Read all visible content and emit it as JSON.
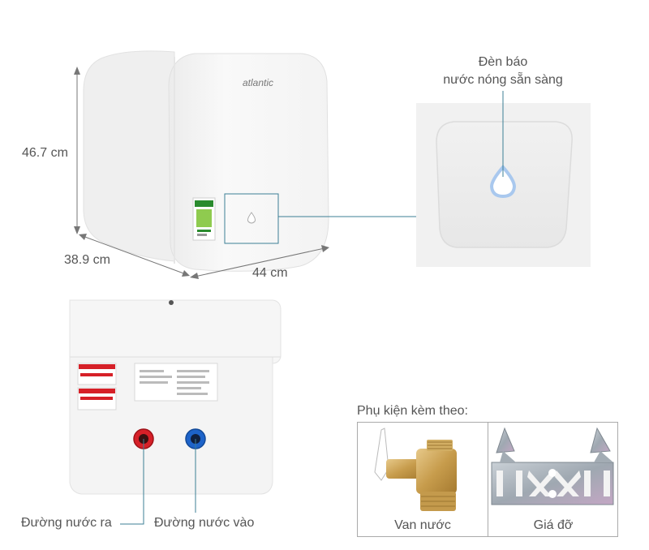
{
  "dimensions": {
    "height": "46.7 cm",
    "depth": "38.9 cm",
    "width": "44 cm"
  },
  "heater": {
    "brand_logo": "atlantic"
  },
  "indicator_callout": {
    "line1": "Đèn báo",
    "line2": "nước nóng sẵn sàng"
  },
  "pipes": {
    "outlet_label": "Đường nước ra",
    "inlet_label": "Đường nước vào"
  },
  "accessories": {
    "title": "Phụ kiện kèm theo:",
    "items": [
      {
        "label": "Van nước",
        "icon": "valve-icon"
      },
      {
        "label": "Giá đỡ",
        "icon": "bracket-icon"
      }
    ]
  },
  "colors": {
    "line_accent": "#3c7f95",
    "hot_pipe": "#d62028",
    "cold_pipe": "#1d63c9",
    "indicator_drop": "#a9c8ee"
  }
}
